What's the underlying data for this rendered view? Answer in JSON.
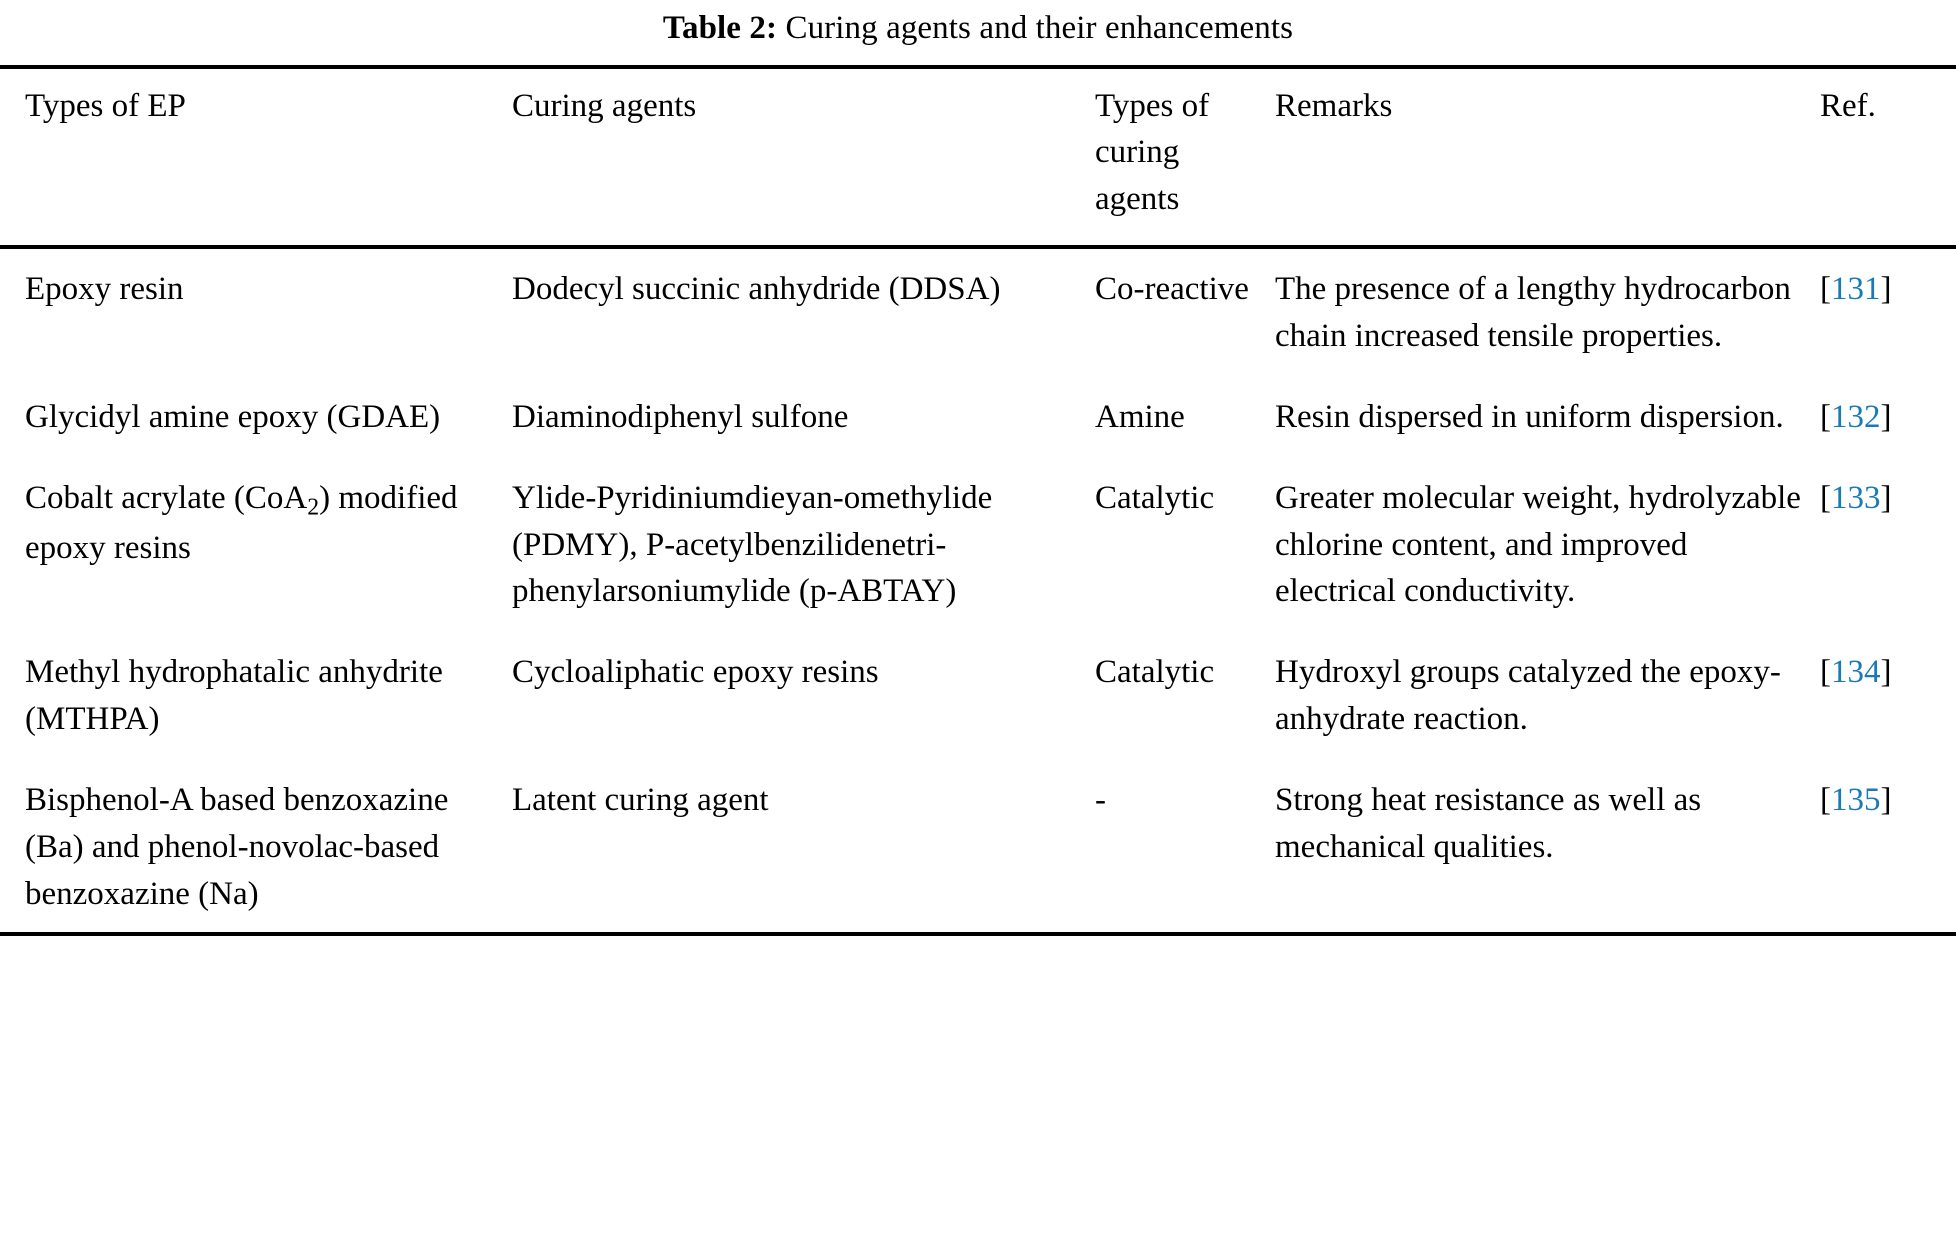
{
  "caption": {
    "label": "Table 2:",
    "text": "Curing agents and their enhancements"
  },
  "colors": {
    "reference_link": "#1a7ab5",
    "rule": "#000000",
    "text": "#000000",
    "background": "#ffffff"
  },
  "table": {
    "headers": [
      "Types of EP",
      "Curing agents",
      "Types of curing agents",
      "Remarks",
      "Ref."
    ],
    "rows": [
      {
        "type_of_ep": "Epoxy resin",
        "curing_agent": "Dodecyl succinic anhydride (DDSA)",
        "type_of_curing_agent": "Co-reactive",
        "remarks": "The presence of a lengthy hydrocarbon chain increased tensile properties.",
        "ref_open": "[",
        "ref_number": "131",
        "ref_close": "]"
      },
      {
        "type_of_ep": "Glycidyl amine epoxy (GDAE)",
        "curing_agent": "Diaminodiphenyl sulfone",
        "type_of_curing_agent": "Amine",
        "remarks": "Resin dispersed in uniform dispersion.",
        "ref_open": "[",
        "ref_number": "132",
        "ref_close": "]"
      },
      {
        "type_of_ep_pre": "Cobalt acrylate (CoA",
        "type_of_ep_sub": "2",
        "type_of_ep_post": ") modified epoxy resins",
        "curing_agent": "Ylide-Pyridiniumdieyan-omethylide (PDMY), P-acetylbenzilidenetri-phenylarsoniumylide (p-ABTAY)",
        "type_of_curing_agent": "Catalytic",
        "remarks": "Greater molecular weight, hydrolyzable chlorine content, and improved electrical conductivity.",
        "ref_open": "[",
        "ref_number": "133",
        "ref_close": "]"
      },
      {
        "type_of_ep": "Methyl hydrophatalic anhydrite (MTHPA)",
        "curing_agent": "Cycloaliphatic epoxy resins",
        "type_of_curing_agent": "Catalytic",
        "remarks": "Hydroxyl groups catalyzed the epoxy-anhydrate reaction.",
        "ref_open": "[",
        "ref_number": "134",
        "ref_close": "]"
      },
      {
        "type_of_ep": "Bisphenol-A based benzoxazine (Ba) and phenol-novolac-based benzoxazine (Na)",
        "curing_agent": "Latent curing agent",
        "type_of_curing_agent": "-",
        "remarks": "Strong heat resistance as well as mechanical qualities.",
        "ref_open": "[",
        "ref_number": "135",
        "ref_close": "]"
      }
    ]
  }
}
